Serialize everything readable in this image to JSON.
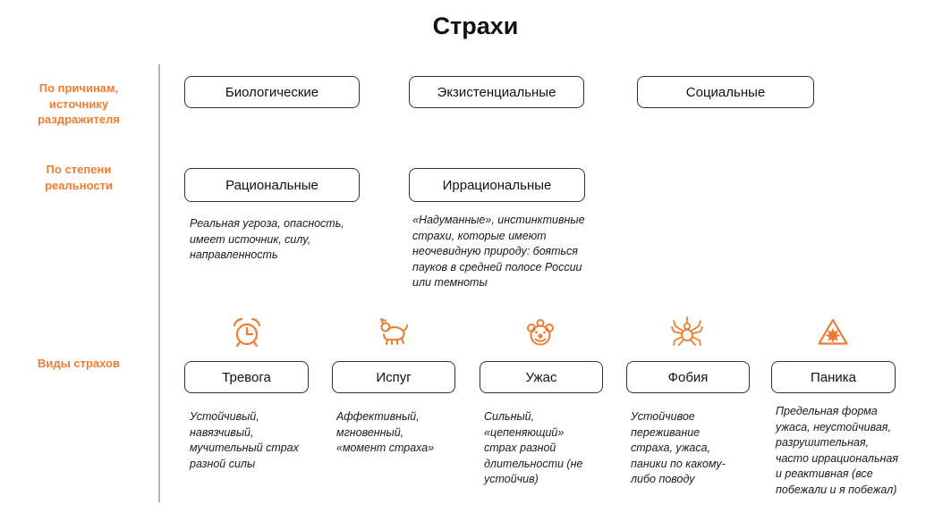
{
  "title": "Страхи",
  "colors": {
    "accent": "#ED7D31",
    "node_border": "#1F3455",
    "divider": "#A9B6CC"
  },
  "rows": [
    {
      "label": "По причинам, источнику раздражителя",
      "boxes": [
        {
          "label": "Биологические"
        },
        {
          "label": "Экзистенциальные"
        },
        {
          "label": "Социальные"
        }
      ]
    },
    {
      "label": "По степени реальности",
      "boxes": [
        {
          "label": "Рациональные",
          "desc": "Реальная угроза, опасность, имеет источник, силу, направленность"
        },
        {
          "label": "Иррациональные",
          "desc": "«Надуманные», инстинктивные страхи, которые имеют неочевидную природу: бояться пауков в средней полосе России или темноты"
        }
      ]
    },
    {
      "label": "Виды страхов",
      "boxes": [
        {
          "icon": "alarm-clock",
          "label": "Тревога",
          "desc": "Устойчивый, навязчивый, мучительный страх разной силы"
        },
        {
          "icon": "dog",
          "label": "Испуг",
          "desc": "Аффективный, мгновенный, «момент страха»"
        },
        {
          "icon": "clown",
          "label": "Ужас",
          "desc": "Сильный, «цепеняющий» страх разной длительности (не устойчив)"
        },
        {
          "icon": "spider",
          "label": "Фобия",
          "desc": "Устойчивое переживание страха, ужаса, паники по какому-либо поводу"
        },
        {
          "icon": "explosion-warning",
          "label": "Паника",
          "desc": "Предельная форма ужаса, неустойчивая, разрушительная, часто иррациональная и реактивная (все побежали и я побежал)"
        }
      ]
    }
  ]
}
